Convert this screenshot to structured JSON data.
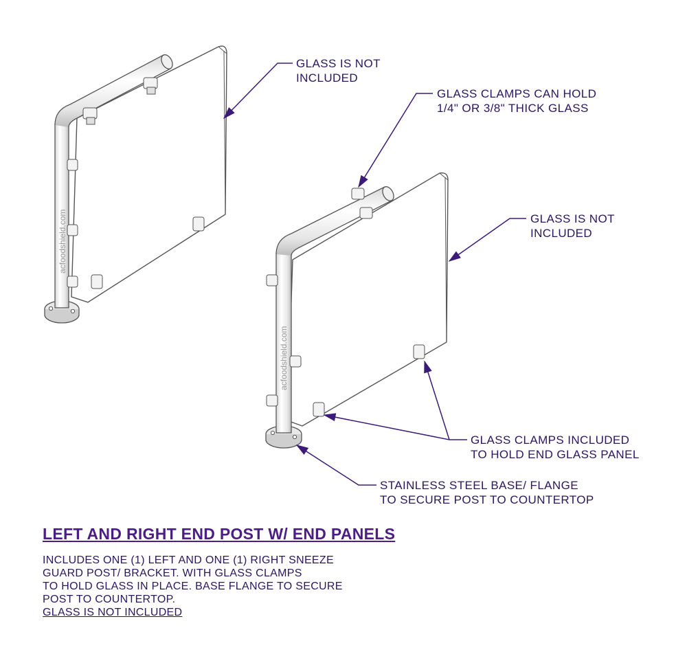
{
  "callouts": {
    "glass_not_included_left": [
      "GLASS IS NOT",
      "INCLUDED"
    ],
    "glass_clamps_hold": [
      "GLASS CLAMPS CAN HOLD",
      "1/4\" OR 3/8\" THICK GLASS"
    ],
    "glass_not_included_right": [
      "GLASS IS NOT",
      "INCLUDED"
    ],
    "glass_clamps_included": [
      "GLASS CLAMPS INCLUDED",
      "TO HOLD END GLASS PANEL"
    ],
    "base_flange": [
      "STAINLESS STEEL BASE/ FLANGE",
      "TO SECURE POST TO COUNTERTOP"
    ]
  },
  "title": "LEFT AND RIGHT END POST W/ END PANELS",
  "description": [
    "INCLUDES ONE (1) LEFT AND ONE (1) RIGHT SNEEZE",
    "GUARD POST/ BRACKET. WITH GLASS CLAMPS",
    "TO HOLD GLASS IN PLACE. BASE FLANGE TO SECURE",
    "POST TO COUNTERTOP."
  ],
  "description_underlined": "GLASS IS NOT INCLUDED",
  "watermark": "acfoodshield.com",
  "colors": {
    "callout_text": "#2a1760",
    "title": "#4b1d85",
    "leader": "#3b1a78",
    "outline": "#555555"
  }
}
